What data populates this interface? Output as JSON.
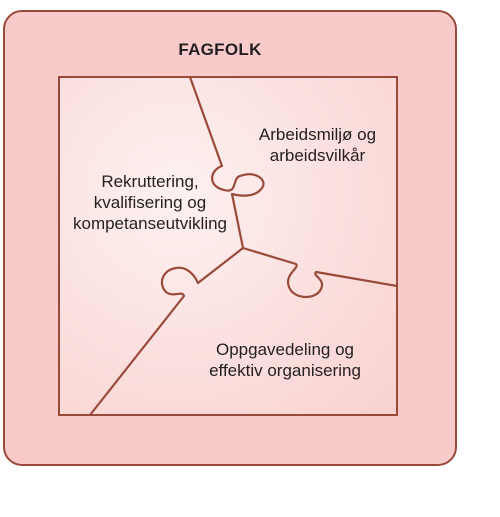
{
  "diagram": {
    "title": "FAGFOLK",
    "pieces": [
      {
        "id": "top-right",
        "lines": [
          "Arbeidsmiljø og",
          "arbeidsvilkår"
        ]
      },
      {
        "id": "left",
        "lines": [
          "Rekruttering,",
          "kvalifisering og",
          "kompetanseutvikling"
        ]
      },
      {
        "id": "bottom-right",
        "lines": [
          "Oppgavedeling og",
          "effektiv organisering"
        ]
      }
    ]
  },
  "colors": {
    "outer_fill": "#f8caca",
    "inner_fill": "#fbdada",
    "stroke": "#9a4a3a"
  }
}
